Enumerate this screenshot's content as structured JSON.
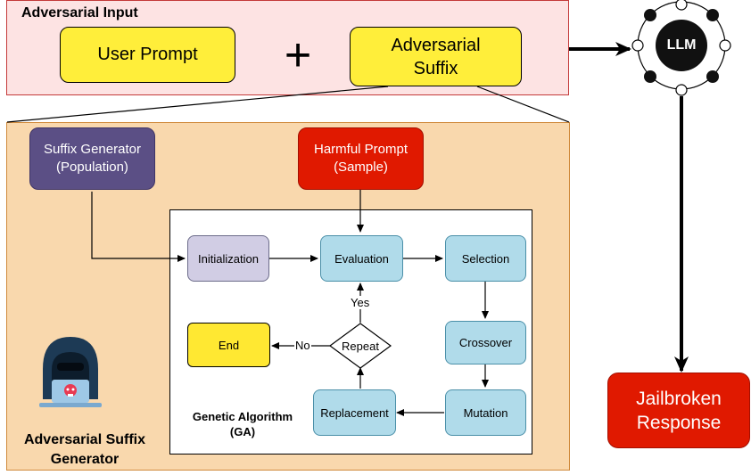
{
  "adversarial_input": {
    "title": "Adversarial Input",
    "user_prompt": "User Prompt",
    "plus": "+",
    "suffix_line1": "Adversarial",
    "suffix_line2": "Suffix"
  },
  "llm": {
    "label": "LLM"
  },
  "response": {
    "line1": "Jailbroken",
    "line2": "Response"
  },
  "generator_panel": {
    "suffix_generator_line1": "Suffix Generator",
    "suffix_generator_line2": "(Population)",
    "harmful_prompt_line1": "Harmful Prompt",
    "harmful_prompt_line2": "(Sample)",
    "title_line1": "Adversarial Suffix",
    "title_line2": "Generator"
  },
  "ga": {
    "title_line1": "Genetic Algorithm",
    "title_line2": "(GA)",
    "initialization": "Initialization",
    "evaluation": "Evaluation",
    "selection": "Selection",
    "crossover": "Crossover",
    "mutation": "Mutation",
    "replacement": "Replacement",
    "repeat": "Repeat",
    "end": "End",
    "yes": "Yes",
    "no": "No"
  },
  "colors": {
    "yellow": "#ffee3a",
    "red": "#e01900",
    "purple": "#5b4f85",
    "light_blue": "#b0dbea",
    "lavender": "#d1cde4",
    "top_panel": "#fde3e3",
    "bottom_panel": "#f9d8ad"
  },
  "icons": {
    "hacker": "hooded-hacker-with-laptop-icon",
    "llm": "llm-node-icon"
  }
}
